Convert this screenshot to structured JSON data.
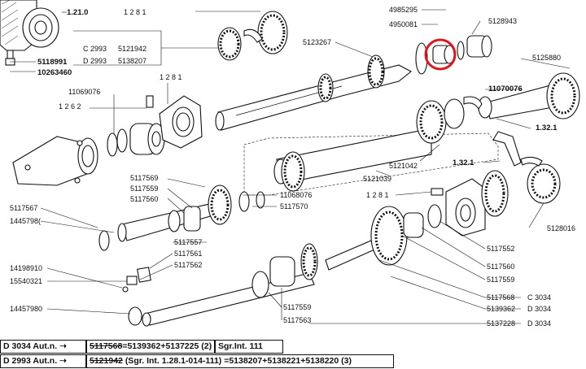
{
  "diagram": {
    "labels": {
      "l_1210": "1.21.0",
      "l_1281_top": "1 2 8 1",
      "l_5121942_c": "C 2993",
      "l_5121942": "5121942",
      "l_5138207_d": "D 2993",
      "l_5138207": "5138207",
      "l_5118991": "5118991",
      "l_10263460": "10263460",
      "l_11069076": "11069076",
      "l_1281_mid": "1 2 8 1",
      "l_1262": "1 2 6 2",
      "l_4985295": "4985295",
      "l_4950081": "4950081",
      "l_5128943": "5128943",
      "l_5123267": "5123267",
      "l_5125880": "5125880",
      "l_11070076": "11070076",
      "l_1321_a": "1.32.1",
      "l_5121042": "5121042",
      "l_5121039": "5121039",
      "l_1321_b": "1.32.1",
      "l_5128016": "5128016",
      "l_5117569": "5117569",
      "l_5117559_a": "5117559",
      "l_5117560_a": "5117560",
      "l_11068076": "11068076",
      "l_5117570": "5117570",
      "l_5117567": "5117567",
      "l_14457980_a": "1445798(",
      "l_1281_low": "1 2 8 1",
      "l_5117557": "5117557",
      "l_5117561": "5117561",
      "l_5117562": "5117562",
      "l_14198910": "14198910",
      "l_15540321": "15540321",
      "l_14457980_b": "14457980",
      "l_5117552": "5117552",
      "l_5117560_b": "5117560",
      "l_5117559_b": "5117559",
      "l_5117559_c": "5117559",
      "l_5117563": "5117563",
      "l_5117568": "5117568",
      "l_c3034": "C 3034",
      "l_5139362": "5139362",
      "l_d3034_a": "D 3034",
      "l_5137228": "5137228",
      "l_d3034_b": "D 3034"
    },
    "highlight_color": "#e0161e"
  },
  "footer": {
    "row1": {
      "model": "D 3034 Aut.n.",
      "struck_part": "5117568",
      "replacement": "=5139362+5137225 (2)",
      "note": "Sgr.Int. 111"
    },
    "row2": {
      "model": "D 2993 Aut.n.",
      "struck_part": "5121942",
      "replacement": "(Sgr. Int. 1.28.1-014-111) =5138207+5138221+5138220 (3)"
    }
  }
}
